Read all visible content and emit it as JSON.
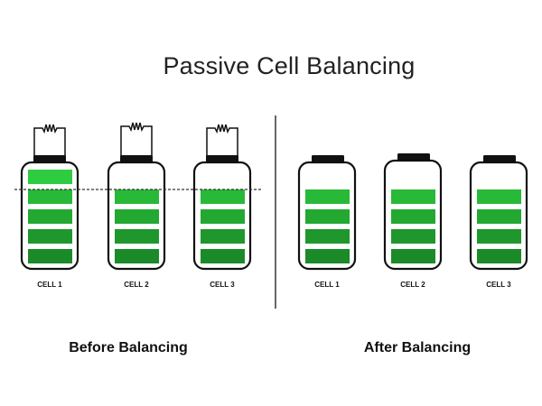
{
  "title": "Passive Cell Balancing",
  "before": {
    "label": "Before Balancing",
    "cells": [
      {
        "label": "CELL 1",
        "segments": 5
      },
      {
        "label": "CELL 2",
        "segments": 4
      },
      {
        "label": "CELL 3",
        "segments": 4
      }
    ]
  },
  "after": {
    "label": "After Balancing",
    "cells": [
      {
        "label": "CELL 1",
        "segments": 4
      },
      {
        "label": "CELL 2",
        "segments": 4
      },
      {
        "label": "CELL 3",
        "segments": 4
      }
    ]
  },
  "colors": {
    "outline": "#111111",
    "segment_top": "#2ecc40",
    "segment_mid": "#26b535",
    "segment_low": "#1e8f2a",
    "reference_line": "#333333"
  }
}
